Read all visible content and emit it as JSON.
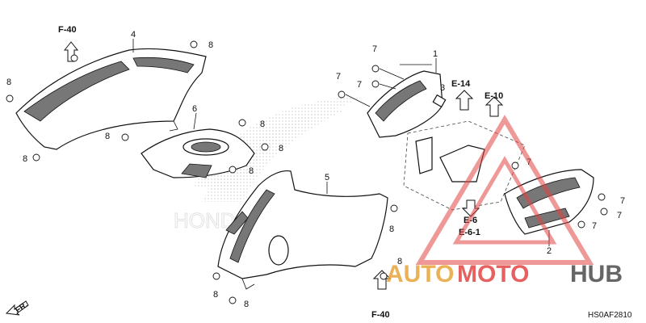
{
  "refs": {
    "f40_top": "F-40",
    "f40_bottom": "F-40",
    "e14": "E-14",
    "e10": "E-10",
    "e6": "E-6",
    "e61": "E-6-1"
  },
  "callouts": {
    "p1": "1",
    "p2": "2",
    "p3": "3",
    "p4": "4",
    "p5": "5",
    "p6": "6",
    "b7a": "7",
    "b7b": "7",
    "b7c": "7",
    "b7d": "7",
    "b7e": "7",
    "b7f": "7",
    "b7g": "7",
    "b8a": "8",
    "b8b": "8",
    "b8c": "8",
    "b8d": "8",
    "b8e": "8",
    "b8f": "8",
    "b8g": "8",
    "b8h": "8",
    "b8i": "8",
    "b8j": "8",
    "b8k": "8"
  },
  "front_label": "FR.",
  "diagram_code": "HS0AF2810",
  "watermark": {
    "brand_1": "AUTO",
    "brand_2": "MOTO",
    "brand_3": "HUB",
    "color_accent": "#e8a33a",
    "color_dark": "#555555",
    "color_red": "#e24444"
  }
}
